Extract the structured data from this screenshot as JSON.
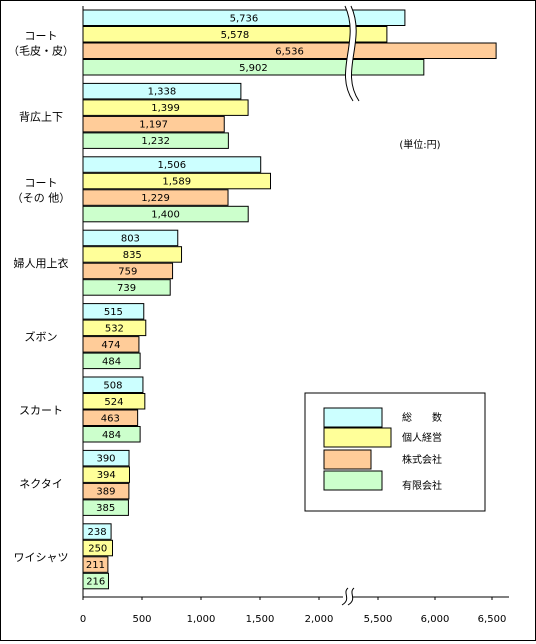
{
  "chart_data": {
    "type": "bar",
    "orientation": "horizontal",
    "unit_label": "(単位:円)",
    "categories": [
      [
        "コート",
        "（毛皮・皮）"
      ],
      [
        "背広上下"
      ],
      [
        "コート",
        "（その 他）"
      ],
      [
        "婦人用上衣"
      ],
      [
        "ズボン"
      ],
      [
        "スカート"
      ],
      [
        "ネクタイ"
      ],
      [
        "ワイシャツ"
      ]
    ],
    "series": [
      {
        "name": "総　　数",
        "color": "#ccffff",
        "values": [
          5736,
          1338,
          1506,
          803,
          515,
          508,
          390,
          238
        ],
        "labels": [
          "5,736",
          "1,338",
          "1,506",
          "803",
          "515",
          "508",
          "390",
          "238"
        ]
      },
      {
        "name": "個人経営",
        "color": "#ffff99",
        "values": [
          5578,
          1399,
          1589,
          835,
          532,
          524,
          394,
          250
        ],
        "labels": [
          "5,578",
          "1,399",
          "1,589",
          "835",
          "532",
          "524",
          "394",
          "250"
        ]
      },
      {
        "name": "株式会社",
        "color": "#ffcc99",
        "values": [
          6536,
          1197,
          1229,
          759,
          474,
          463,
          389,
          211
        ],
        "labels": [
          "6,536",
          "1,197",
          "1,229",
          "759",
          "474",
          "463",
          "389",
          "211"
        ]
      },
      {
        "name": "有限会社",
        "color": "#ccffcc",
        "values": [
          5902,
          1232,
          1400,
          739,
          484,
          484,
          385,
          216
        ],
        "labels": [
          "5,902",
          "1,232",
          "1,400",
          "739",
          "484",
          "484",
          "385",
          "216"
        ]
      }
    ],
    "x_ticks_low": [
      {
        "value": 0,
        "label": "0"
      },
      {
        "value": 500,
        "label": "500"
      },
      {
        "value": 1000,
        "label": "1,000"
      },
      {
        "value": 1500,
        "label": "1,500"
      },
      {
        "value": 2000,
        "label": "2,000"
      }
    ],
    "x_ticks_high": [
      {
        "value": 5500,
        "label": "5,500"
      },
      {
        "value": 6000,
        "label": "6,000"
      },
      {
        "value": 6500,
        "label": "6,500"
      }
    ],
    "axis_break": {
      "from": 2000,
      "to": 5500
    },
    "legend_position": "right",
    "grid": false
  }
}
